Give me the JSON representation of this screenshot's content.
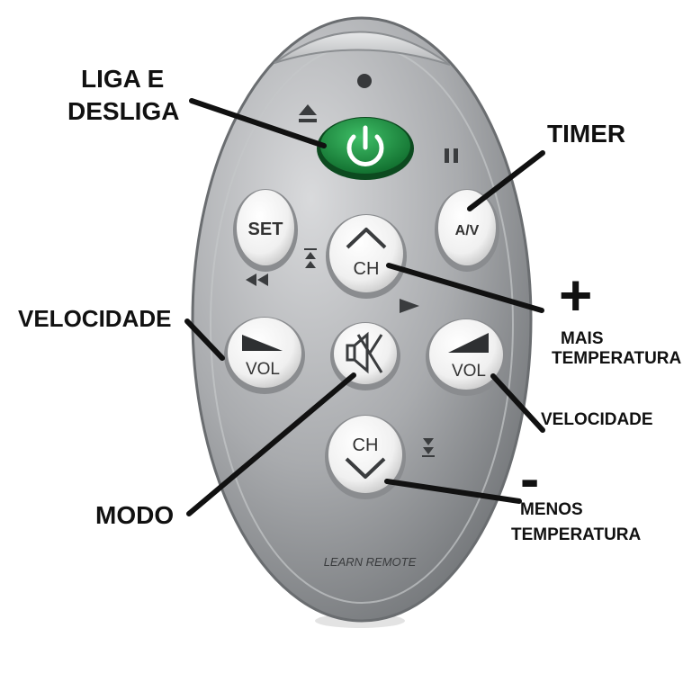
{
  "remote": {
    "brand_text": "LEARN REMOTE",
    "buttons": {
      "set": "SET",
      "av": "A/V",
      "ch": "CH",
      "vol": "VOL"
    }
  },
  "annotations": {
    "power_line1": "LIGA E",
    "power_line2": "DESLIGA",
    "timer": "TIMER",
    "plus_symbol": "+",
    "more_temp_line1": "MAIS",
    "more_temp_line2": "TEMPERATURA",
    "speed_left": "VELOCIDADE",
    "speed_right": "VELOCIDADE",
    "mode": "MODO",
    "minus_symbol": "-",
    "less_temp_line1": "MENOS",
    "less_temp_line2": "TEMPERATURA"
  },
  "colors": {
    "body": "#a9abae",
    "power_button": "#1f8a3e",
    "button_face": "#f3f3f3",
    "label": "#111111"
  }
}
